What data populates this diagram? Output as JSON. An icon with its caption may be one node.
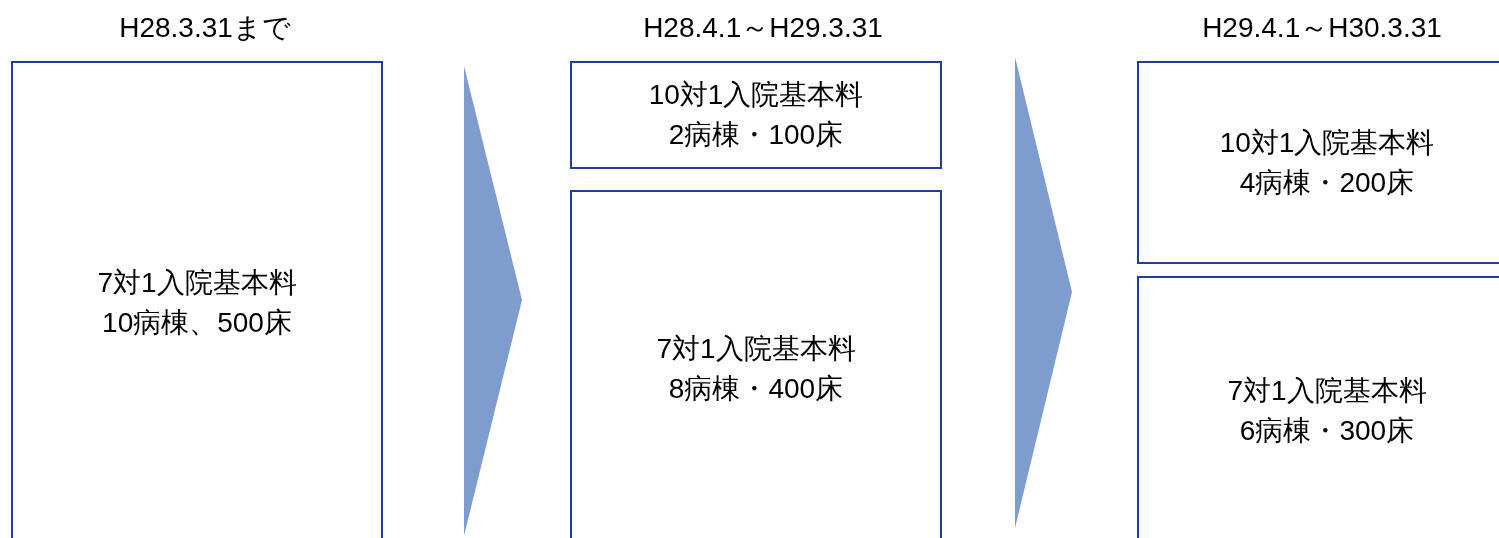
{
  "diagram": {
    "nodes": [
      {
        "text": [
          "7対1入院基本料",
          "10病棟、500床"
        ]
      },
      {
        "text": [
          "10対1入院基本料",
          "2病棟・100床"
        ]
      },
      {
        "text": [
          "7対1入院基本料",
          "8病棟・400床"
        ]
      },
      {
        "text": [
          "10対1入院基本料",
          "4病棟・200床"
        ]
      },
      {
        "text": [
          "7対1入院基本料",
          "6病棟・300床"
        ]
      }
    ],
    "labels": [
      "H28.3.31まで",
      "H28.4.1～H29.3.31",
      "H29.4.1～H30.3.31"
    ]
  }
}
